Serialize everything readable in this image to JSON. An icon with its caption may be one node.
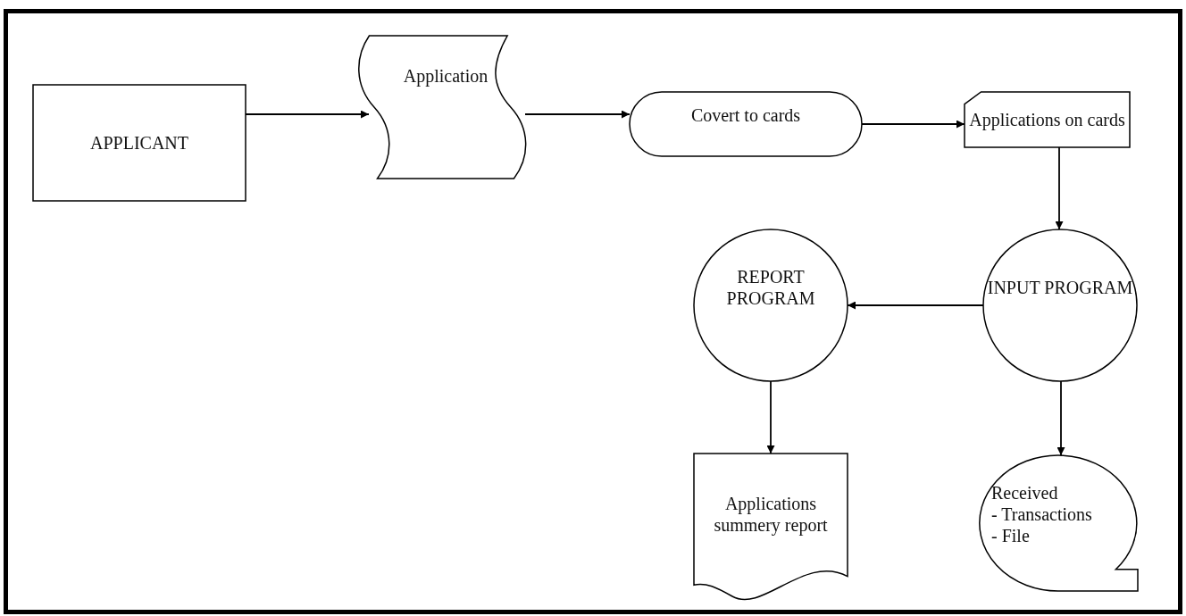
{
  "diagram": {
    "nodes": [
      {
        "text": [
          "APPLICANT"
        ]
      },
      {
        "text": [
          "Application"
        ]
      },
      {
        "text": [
          "Covert to cards"
        ]
      },
      {
        "text": [
          "Applications on cards"
        ]
      },
      {
        "text": [
          "INPUT PROGRAM"
        ]
      },
      {
        "text": [
          "REPORT PROGRAM"
        ]
      },
      {
        "text": [
          "Applications summery report"
        ]
      },
      {
        "text": [
          "Received",
          "- Transactions",
          "- File"
        ]
      }
    ],
    "edges": [
      {
        "from": 0,
        "to": 1,
        "arrow": "to"
      },
      {
        "from": 1,
        "to": 2,
        "arrow": "to"
      },
      {
        "from": 2,
        "to": 3,
        "arrow": "to"
      },
      {
        "from": 3,
        "to": 4,
        "arrow": "to"
      },
      {
        "from": 4,
        "to": 5,
        "arrow": "to"
      },
      {
        "from": 5,
        "to": 6,
        "arrow": "to"
      },
      {
        "from": 4,
        "to": 7,
        "arrow": "to"
      }
    ]
  }
}
